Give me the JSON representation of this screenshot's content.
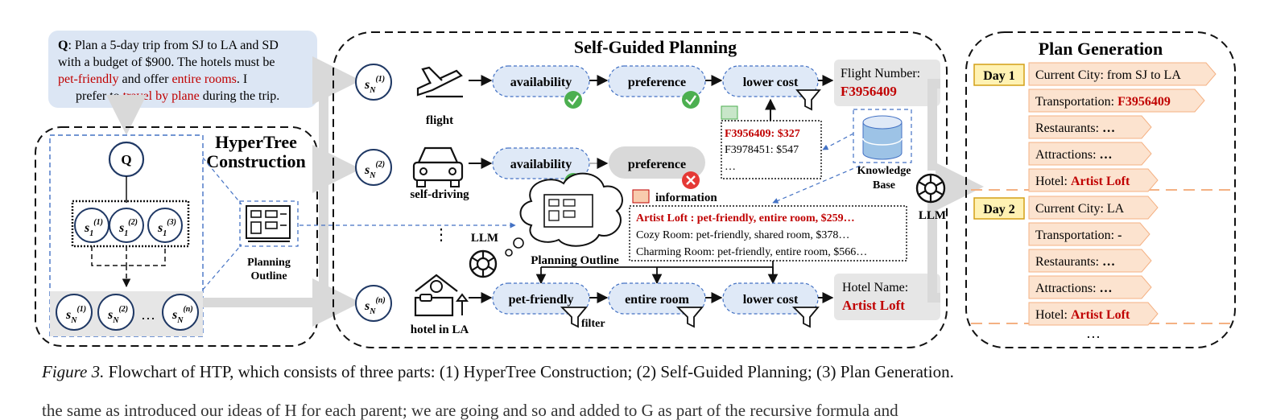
{
  "query": {
    "label": "Q",
    "line1": ": Plan a 5-day trip from SJ to LA and SD",
    "line2": "with a budget of $900. The hotels must be",
    "line3_a": "pet-friendly",
    "line3_b": " and offer ",
    "line3_c": "entire rooms",
    "line3_d": ". I",
    "line4_a": "prefer to ",
    "line4_b": "travel by plane",
    "line4_c": " during the trip."
  },
  "hypertree": {
    "title_line1": "HyperTree",
    "title_line2": "Construction",
    "root": "Q",
    "s1": [
      "s",
      "s",
      "s"
    ],
    "sN_dots": "…",
    "planning_outline_line1": "Planning",
    "planning_outline_line2": "Outline"
  },
  "self_guided": {
    "title": "Self-Guided Planning",
    "rows": [
      {
        "mode": "flight",
        "steps": [
          "availability",
          "preference",
          "lower cost"
        ],
        "result_label": "Flight Number:",
        "result_value": "F3956409"
      },
      {
        "mode": "self-driving",
        "steps": [
          "availability",
          "preference"
        ]
      },
      {
        "mode": "hotel in LA",
        "steps": [
          "pet-friendly",
          "entire room",
          "lower cost"
        ],
        "result_label": "Hotel Name:",
        "result_value": "Artist Loft"
      }
    ],
    "vertical_dots": "⋮",
    "filter_label": "filter",
    "flight_list": [
      "F3956409: $327",
      "F3978451: $547",
      "…"
    ],
    "knowledge_base_line1": "Knowledge",
    "knowledge_base_line2": "Base",
    "information_label": "information",
    "hotel_list": [
      "Artist Loft : pet-friendly, entire room, $259…",
      "Cozy Room: pet-friendly, shared room, $378…",
      "Charming Room: pet-friendly, entire room, $566…"
    ],
    "llm_label": "LLM",
    "llm_label2": "LLM",
    "planning_outline": "Planning Outline"
  },
  "plan_generation": {
    "title": "Plan Generation",
    "days": [
      {
        "day": "Day 1",
        "items": [
          {
            "k": "Current City: from SJ to LA",
            "v": ""
          },
          {
            "k": "Transportation: ",
            "v": "F3956409"
          },
          {
            "k": "Restaurants: ",
            "v": "…"
          },
          {
            "k": "Attractions: ",
            "v": "…"
          },
          {
            "k": "Hotel: ",
            "v": "Artist Loft"
          }
        ]
      },
      {
        "day": "Day 2",
        "items": [
          {
            "k": "Current City: LA",
            "v": ""
          },
          {
            "k": "Transportation: ",
            "v": "-"
          },
          {
            "k": "Restaurants: ",
            "v": "…"
          },
          {
            "k": "Attractions: ",
            "v": "…"
          },
          {
            "k": "Hotel: ",
            "v": "Artist Loft"
          }
        ]
      }
    ],
    "more": "…"
  },
  "caption": {
    "fig": "Figure 3.",
    "text": " Flowchart of HTP, which consists of three parts: (1) HyperTree Construction; (2) Self-Guided Planning; (3) Plan Generation.",
    "cut": "the same as introduced our ideas of H for each parent; we are going and so  and added to  G as part of the recursive formula and"
  },
  "colors": {
    "accent_red": "#c00000",
    "node_blue": "#1f3864",
    "step_fill": "#dfe9f7",
    "day_fill": "#fce3cf",
    "day_tag": "#fff2b3"
  }
}
